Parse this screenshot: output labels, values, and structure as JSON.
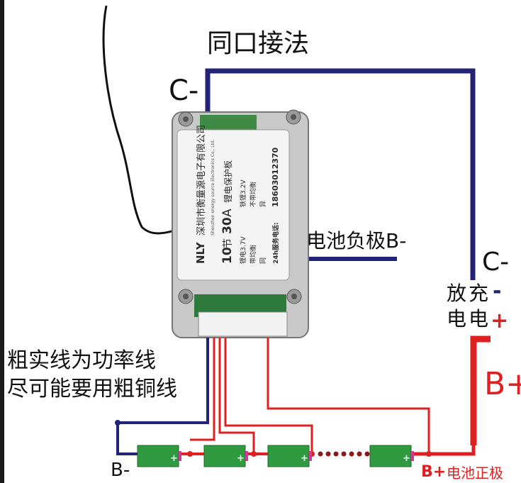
{
  "title": "同口接法",
  "labels": {
    "c_minus_top": "C-",
    "c_minus_right": "C-",
    "battery_negative": "电池负极B-",
    "discharge_top": "放",
    "discharge_bottom": "电",
    "charge_top": "充",
    "charge_bottom": "电",
    "minus_sign": "-",
    "plus_sign": "+",
    "b_plus_big": "B+",
    "b_minus_bottom": "B-",
    "b_plus_bottom": "B+",
    "battery_positive": "电池正极",
    "note_line1": "粗实线为功率线",
    "note_line2": "尽可能要用粗铜线"
  },
  "board": {
    "company": "深圳市衡量源电子有限公司",
    "company_en": "Shenzhen energy source Electronics Co., Ltd.",
    "logo": "NLY",
    "series": "10",
    "series_unit": "节",
    "current": "30",
    "current_unit": "A",
    "product": "锂电保护板",
    "opt_liion": "锂电3.7V",
    "opt_lfp": "铁锂3.2V",
    "opt_balance": "带均衡",
    "opt_no_balance": "不带均衡",
    "opt_same_port": "同",
    "opt_split_port": "异",
    "phone_label": "24h服务电话:",
    "phone": "18603012370"
  },
  "cells": [
    {
      "plus": "+"
    },
    {
      "plus": "+"
    },
    {
      "plus": "+"
    },
    {
      "plus": "+"
    }
  ],
  "colors": {
    "wire_navy": "#232378",
    "wire_red": "#e02020",
    "cell_green": "#2f9a3f",
    "board_metal": "#c9c9c9"
  }
}
